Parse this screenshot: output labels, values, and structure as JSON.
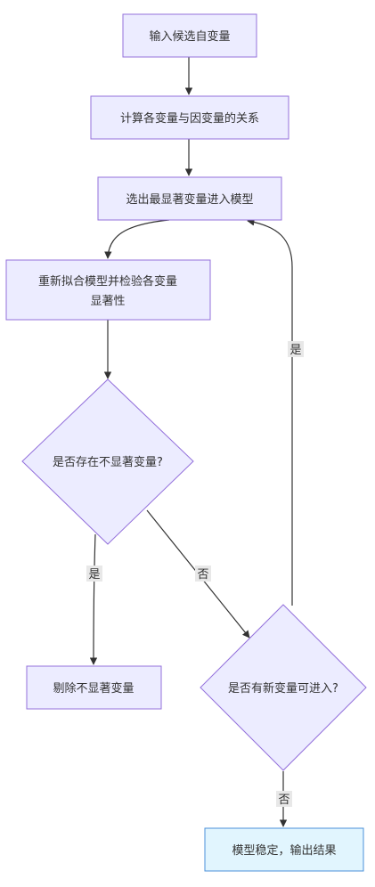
{
  "nodes": {
    "input": "输入候选自变量",
    "calc": "计算各变量与因变量的关系",
    "select": "选出最显著变量进入模型",
    "refit_line1": "重新拟合模型并检验各变量",
    "refit_line2": "显著性",
    "decision1": "是否存在不显著变量?",
    "remove": "剔除不显著变量",
    "decision2": "是否有新变量可进入?",
    "end": "模型稳定，输出结果"
  },
  "edges": {
    "d1_yes": "是",
    "d1_no": "否",
    "d2_yes": "是",
    "d2_no": "否"
  },
  "colors": {
    "node_fill": "#ececff",
    "node_stroke": "#9370db",
    "end_fill": "#e1f5fe",
    "end_stroke": "#4a90d9",
    "edge": "#333333",
    "label_bg": "#e8e8e8"
  }
}
